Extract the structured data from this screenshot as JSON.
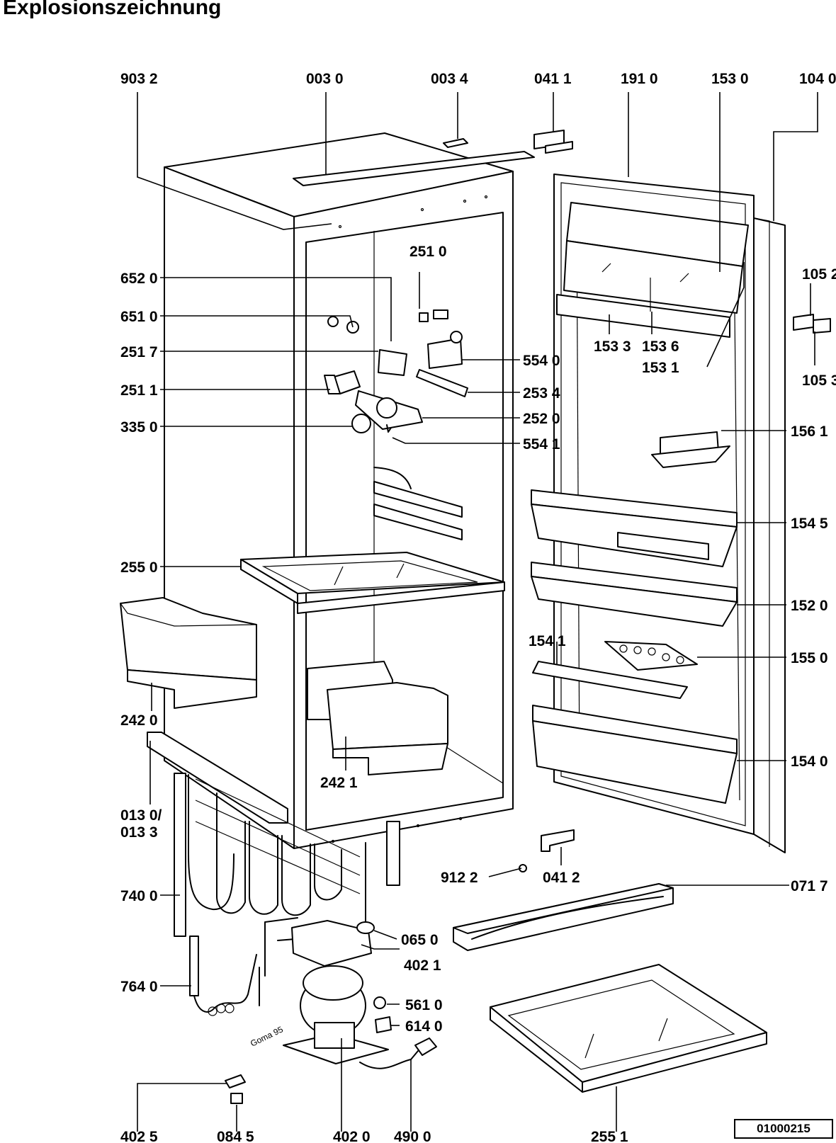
{
  "title": "Explosionszeichnung",
  "document_number": "01000215",
  "stamp_text": "Goma 95",
  "labels": {
    "l9032": "903 2",
    "l0030": "003 0",
    "l0034": "003 4",
    "l0411": "041 1",
    "l1910": "191 0",
    "l1530": "153 0",
    "l1040": "104 0",
    "l6520": "652 0",
    "l2510": "251 0",
    "l6510": "651 0",
    "l2517": "251 7",
    "l2511": "251 1",
    "l3350": "335 0",
    "l5540": "554 0",
    "l2534": "253 4",
    "l2520": "252 0",
    "l5541": "554 1",
    "l1533": "153 3",
    "l1536": "153 6",
    "l1531": "153 1",
    "l1052": "105 2",
    "l1053": "105 3",
    "l1561": "156 1",
    "l1545": "154 5",
    "l2550": "255 0",
    "l1520": "152 0",
    "l1541": "154 1",
    "l1550": "155 0",
    "l2420": "242 0",
    "l2421": "242 1",
    "l1540": "154 0",
    "l0130": "013 0/",
    "l0133": "013 3",
    "l7400": "740 0",
    "l9122": "912 2",
    "l0412": "041 2",
    "l0717": "071 7",
    "l0650": "065 0",
    "l4021": "402 1",
    "l7640": "764 0",
    "l5610": "561 0",
    "l6140": "614 0",
    "l4025": "402 5",
    "l0845": "084 5",
    "l4020": "402 0",
    "l4900": "490 0",
    "l2551": "255 1"
  }
}
